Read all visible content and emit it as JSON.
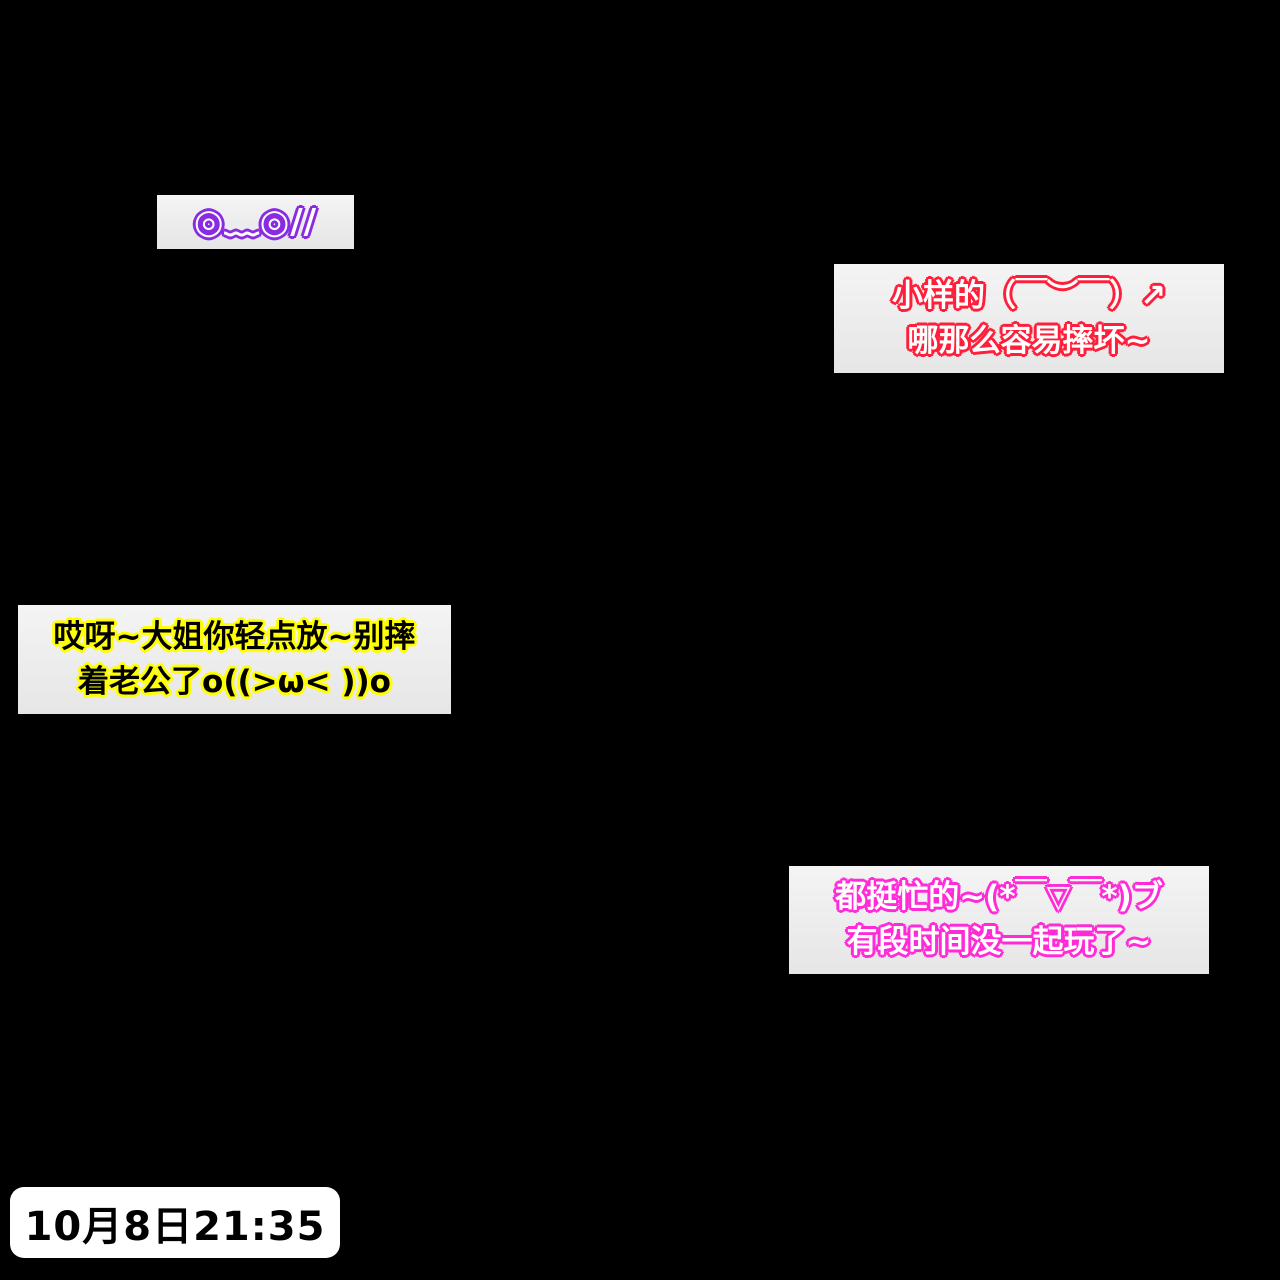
{
  "captions": [
    {
      "id": "emoticon",
      "color": "#8a2be2",
      "lines": [
        "◎﹏◎//"
      ]
    },
    {
      "id": "red",
      "color": "#ff1f3a",
      "lines": [
        "小样的（￣︶￣）↗",
        "哪那么容易摔坏~"
      ]
    },
    {
      "id": "yellow",
      "color": "#ffff00",
      "lines": [
        "哎呀~大姐你轻点放~别摔",
        "着老公了o((>ω< ))o"
      ]
    },
    {
      "id": "magenta",
      "color": "#ff2bd6",
      "lines": [
        "都挺忙的~(*￣▽￣*)ブ",
        "有段时间没一起玩了~"
      ]
    }
  ],
  "timestamp": "10月8日21:35"
}
